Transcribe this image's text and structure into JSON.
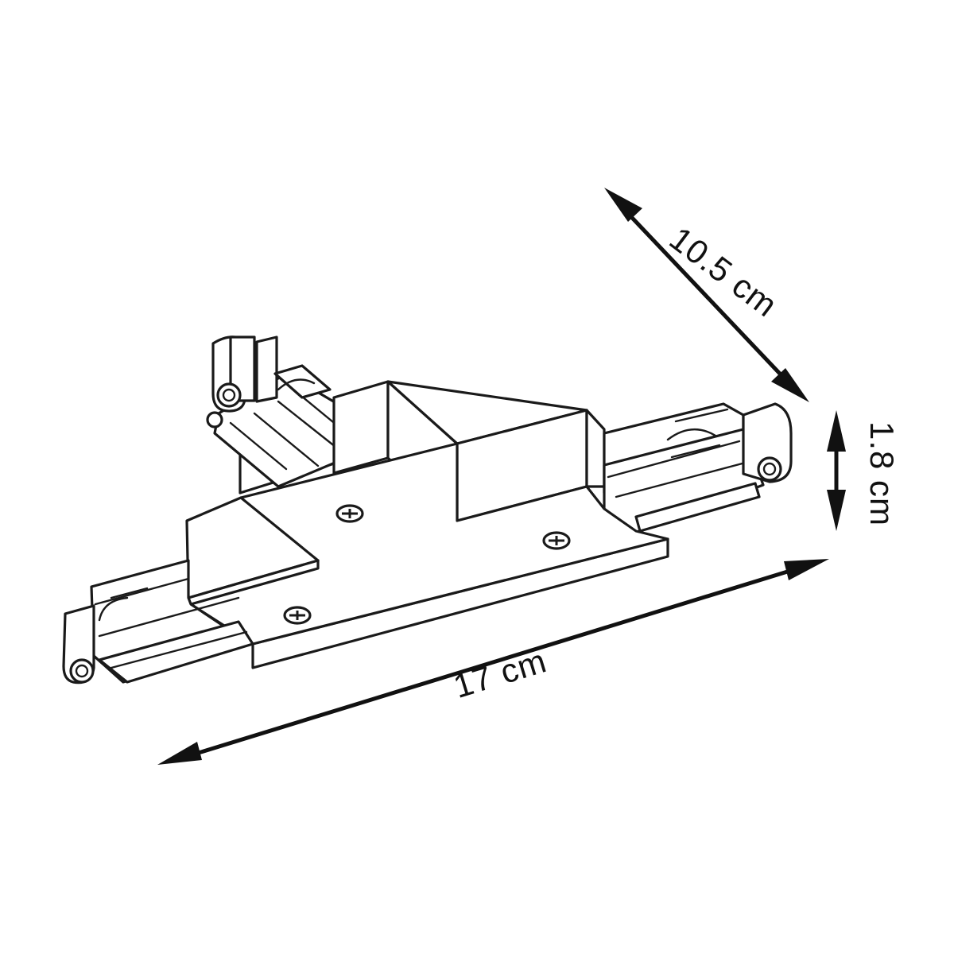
{
  "diagram": {
    "dimensions": {
      "length": "17 cm",
      "width": "10.5 cm",
      "height": "1.8 cm"
    },
    "colors": {
      "stroke": "#1a1a1a",
      "fill": "#ffffff"
    }
  }
}
